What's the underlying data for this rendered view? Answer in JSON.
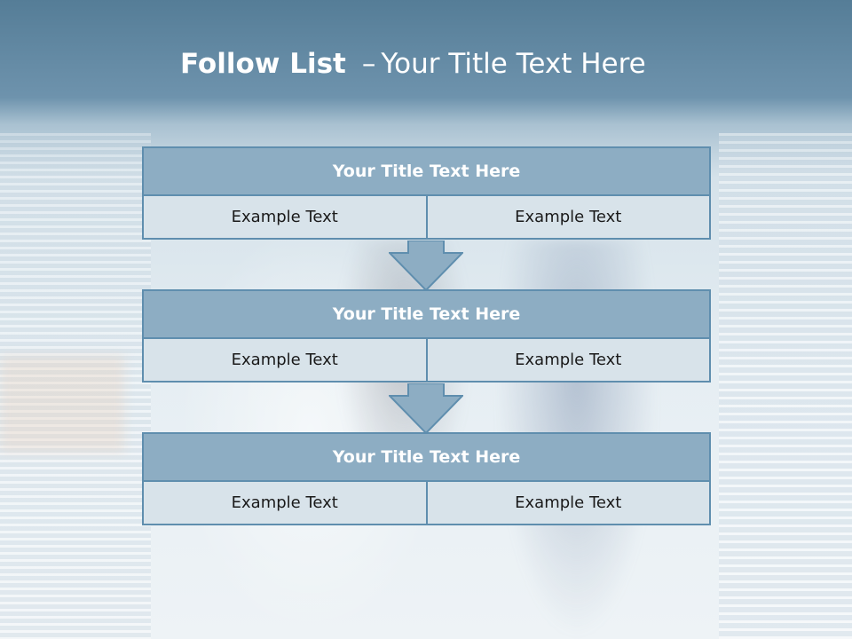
{
  "slide": {
    "title_bold": "Follow List",
    "title_separator": "–",
    "title_rest": "Your Title Text Here"
  },
  "blocks": [
    {
      "header": "Your Title Text Here",
      "cells": [
        "Example Text",
        "Example Text"
      ]
    },
    {
      "header": "Your Title Text Here",
      "cells": [
        "Example Text",
        "Example Text"
      ]
    },
    {
      "header": "Your Title Text Here",
      "cells": [
        "Example Text",
        "Example Text"
      ]
    }
  ],
  "colors": {
    "header_fill": "#8dadc3",
    "border": "#5f8eae",
    "cell_fill": "#d8e3ea",
    "arrow_fill": "#8dadc3",
    "title_bar": "#6e93ad"
  },
  "icons": [
    "down-arrow-icon",
    "down-arrow-icon"
  ]
}
